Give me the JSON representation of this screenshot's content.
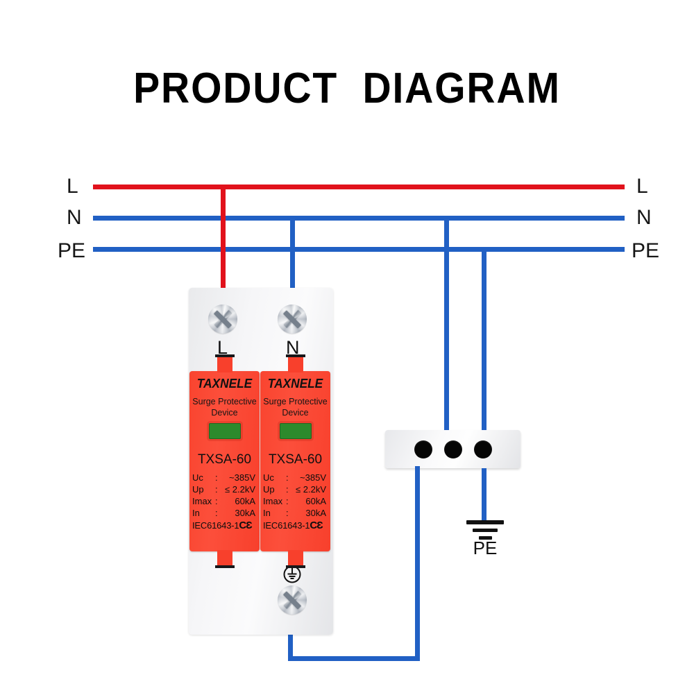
{
  "page": {
    "title": "PRODUCT  DIAGRAM"
  },
  "colors": {
    "line_live": "#E1121C",
    "line_neutral": "#2160C4",
    "line_earth": "#2160C4",
    "module_body": "#F8402C",
    "indicator_green": "#2C8A2C",
    "housing": "#F2F3F5",
    "text": "#111111"
  },
  "bus_lines": {
    "left_labels": [
      "L",
      "N",
      "PE"
    ],
    "right_labels": [
      "L",
      "N",
      "PE"
    ]
  },
  "device": {
    "terminal_labels": {
      "live": "L",
      "neutral": "N"
    },
    "earth_symbol_name": "earth-ground-symbol",
    "modules": [
      {
        "brand": "TAXNELE",
        "subtitle_line1": "Surge Protective",
        "subtitle_line2": "Device",
        "indicator_state": "green",
        "model": "TXSA-60",
        "specs": [
          {
            "key": "Uc",
            "colon": ":",
            "value": "~385V"
          },
          {
            "key": "Up",
            "colon": ":",
            "value": "≤ 2.2kV"
          },
          {
            "key": "Imax",
            "colon": ":",
            "value": "60kA"
          },
          {
            "key": "In",
            "colon": ":",
            "value": "30kA"
          }
        ],
        "standard": "IEC61643-1",
        "ce_mark": "CƐ"
      },
      {
        "brand": "TAXNELE",
        "subtitle_line1": "Surge Protective",
        "subtitle_line2": "Device",
        "indicator_state": "green",
        "model": "TXSA-60",
        "specs": [
          {
            "key": "Uc",
            "colon": ":",
            "value": "~385V"
          },
          {
            "key": "Up",
            "colon": ":",
            "value": "≤ 2.2kV"
          },
          {
            "key": "Imax",
            "colon": ":",
            "value": "60kA"
          },
          {
            "key": "In",
            "colon": ":",
            "value": "30kA"
          }
        ],
        "standard": "IEC61643-1",
        "ce_mark": "CƐ"
      }
    ]
  },
  "terminal_block": {
    "hole_count": 3,
    "name": "earth-terminal-block"
  },
  "ground": {
    "label": "PE",
    "symbol_name": "earth-ground-symbol"
  }
}
